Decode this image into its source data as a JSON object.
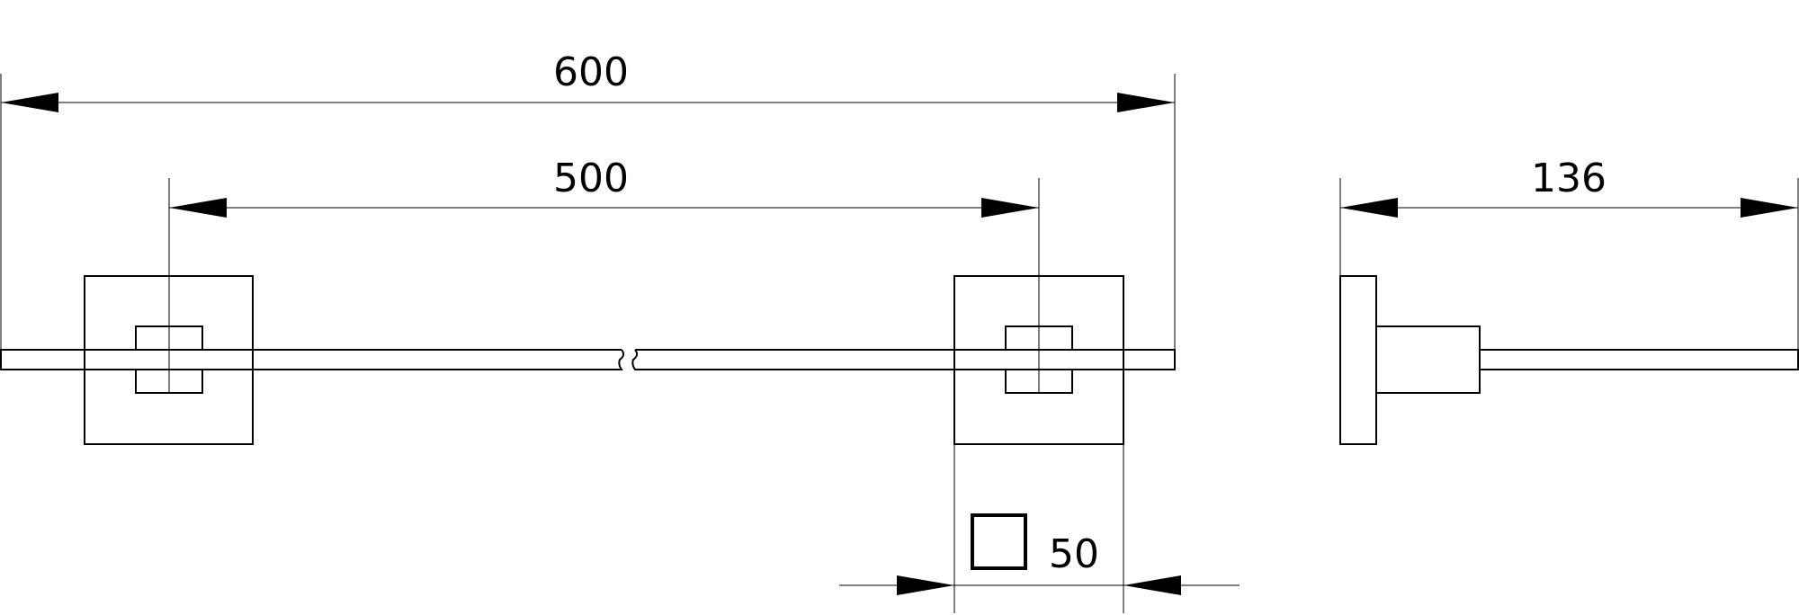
{
  "dimensions": {
    "overall_length": "600",
    "mount_spacing": "500",
    "projection_depth": "136",
    "square_size": "50",
    "square_symbol": "□"
  }
}
